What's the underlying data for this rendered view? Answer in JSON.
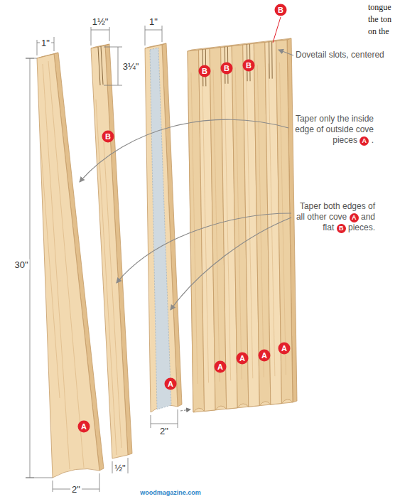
{
  "diagram": {
    "labels": [
      "tongue",
      "the ton",
      "on the",
      "1\"",
      "30\"",
      "2\"",
      "A",
      "1½\"",
      "3¼\"",
      "B",
      "½\"",
      "1\"",
      "A",
      "2\"",
      "B",
      "B",
      "B",
      "B",
      "A",
      "A",
      "A",
      "A",
      "Dovetail slots, centered",
      "Taper only the inside edge of outside cove pieces",
      "A",
      ".",
      "Taper both edges of all other cove",
      "A",
      "and flat",
      "B",
      "pieces.",
      "woodmagazine.com"
    ]
  }
}
